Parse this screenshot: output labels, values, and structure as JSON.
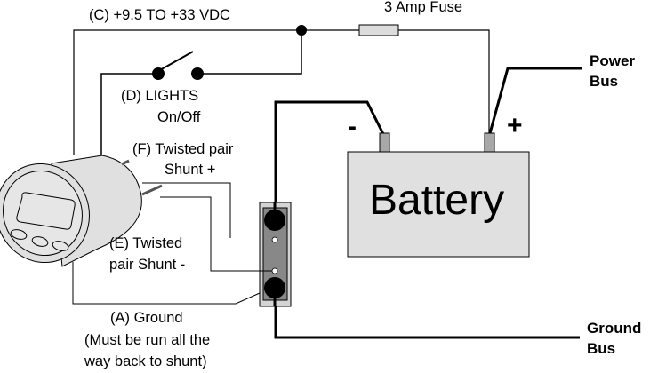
{
  "diagram": {
    "title": "Battery monitor wiring diagram",
    "colors": {
      "wire": "#000000",
      "component_fill": "#e0e0e0",
      "terminal_fill": "#a8a8a8",
      "shunt_body": "#888888",
      "shunt_frame": "#d4d4d4"
    },
    "labels": {
      "supply": "(C) +9.5 TO +33 VDC",
      "fuse": "3 Amp Fuse",
      "lights_line1": "(D) LIGHTS",
      "lights_line2": "On/Off",
      "shunt_plus_line1": "(F) Twisted pair",
      "shunt_plus_line2": "Shunt +",
      "shunt_minus_line1": "(E) Twisted",
      "shunt_minus_line2": "pair Shunt -",
      "ground_line1": "(A) Ground",
      "ground_line2": "(Must be run all the",
      "ground_line3": "way back to shunt)",
      "power_bus_line1": "Power",
      "power_bus_line2": "Bus",
      "ground_bus_line1": "Ground",
      "ground_bus_line2": "Bus",
      "battery": "Battery",
      "negative": "-",
      "positive": "+"
    },
    "components": [
      {
        "id": "gauge",
        "name": "Battery monitor gauge"
      },
      {
        "id": "switch",
        "name": "Lights on/off switch"
      },
      {
        "id": "fuse",
        "name": "3 Amp fuse"
      },
      {
        "id": "battery",
        "name": "Battery"
      },
      {
        "id": "shunt",
        "name": "Current shunt"
      }
    ]
  }
}
